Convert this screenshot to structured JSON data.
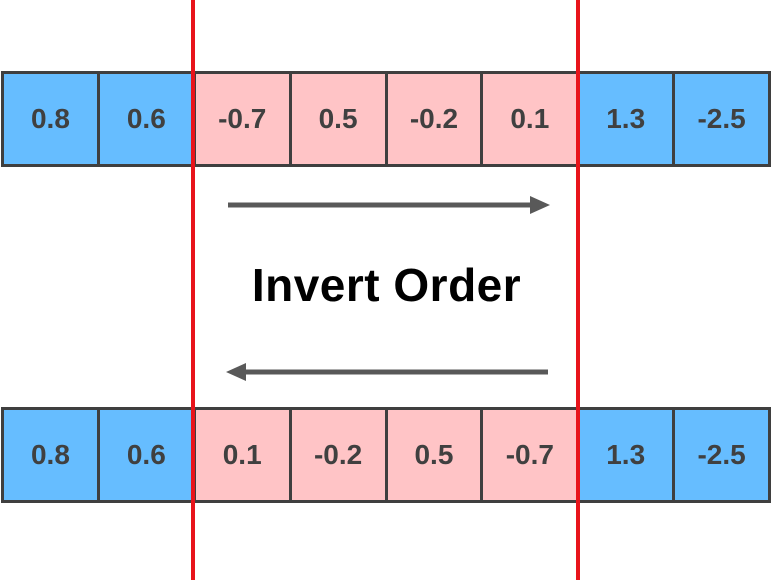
{
  "title": "Invert Order",
  "top_row": {
    "cells": [
      {
        "value": "0.8",
        "group": "outer"
      },
      {
        "value": "0.6",
        "group": "outer"
      },
      {
        "value": "-0.7",
        "group": "inner"
      },
      {
        "value": "0.5",
        "group": "inner"
      },
      {
        "value": "-0.2",
        "group": "inner"
      },
      {
        "value": "0.1",
        "group": "inner"
      },
      {
        "value": "1.3",
        "group": "outer"
      },
      {
        "value": "-2.5",
        "group": "outer"
      }
    ]
  },
  "bottom_row": {
    "cells": [
      {
        "value": "0.8",
        "group": "outer"
      },
      {
        "value": "0.6",
        "group": "outer"
      },
      {
        "value": "0.1",
        "group": "inner"
      },
      {
        "value": "-0.2",
        "group": "inner"
      },
      {
        "value": "0.5",
        "group": "inner"
      },
      {
        "value": "-0.7",
        "group": "inner"
      },
      {
        "value": "1.3",
        "group": "outer"
      },
      {
        "value": "-2.5",
        "group": "outer"
      }
    ]
  },
  "arrows": {
    "top_direction": "right",
    "bottom_direction": "left"
  },
  "colors": {
    "outer_cell": "#66bdff",
    "inner_cell": "#ffc4c6",
    "cell_border": "#3f3f3f",
    "cell_text": "#404040",
    "boundary_line": "#e8141b",
    "arrow": "#595959"
  }
}
